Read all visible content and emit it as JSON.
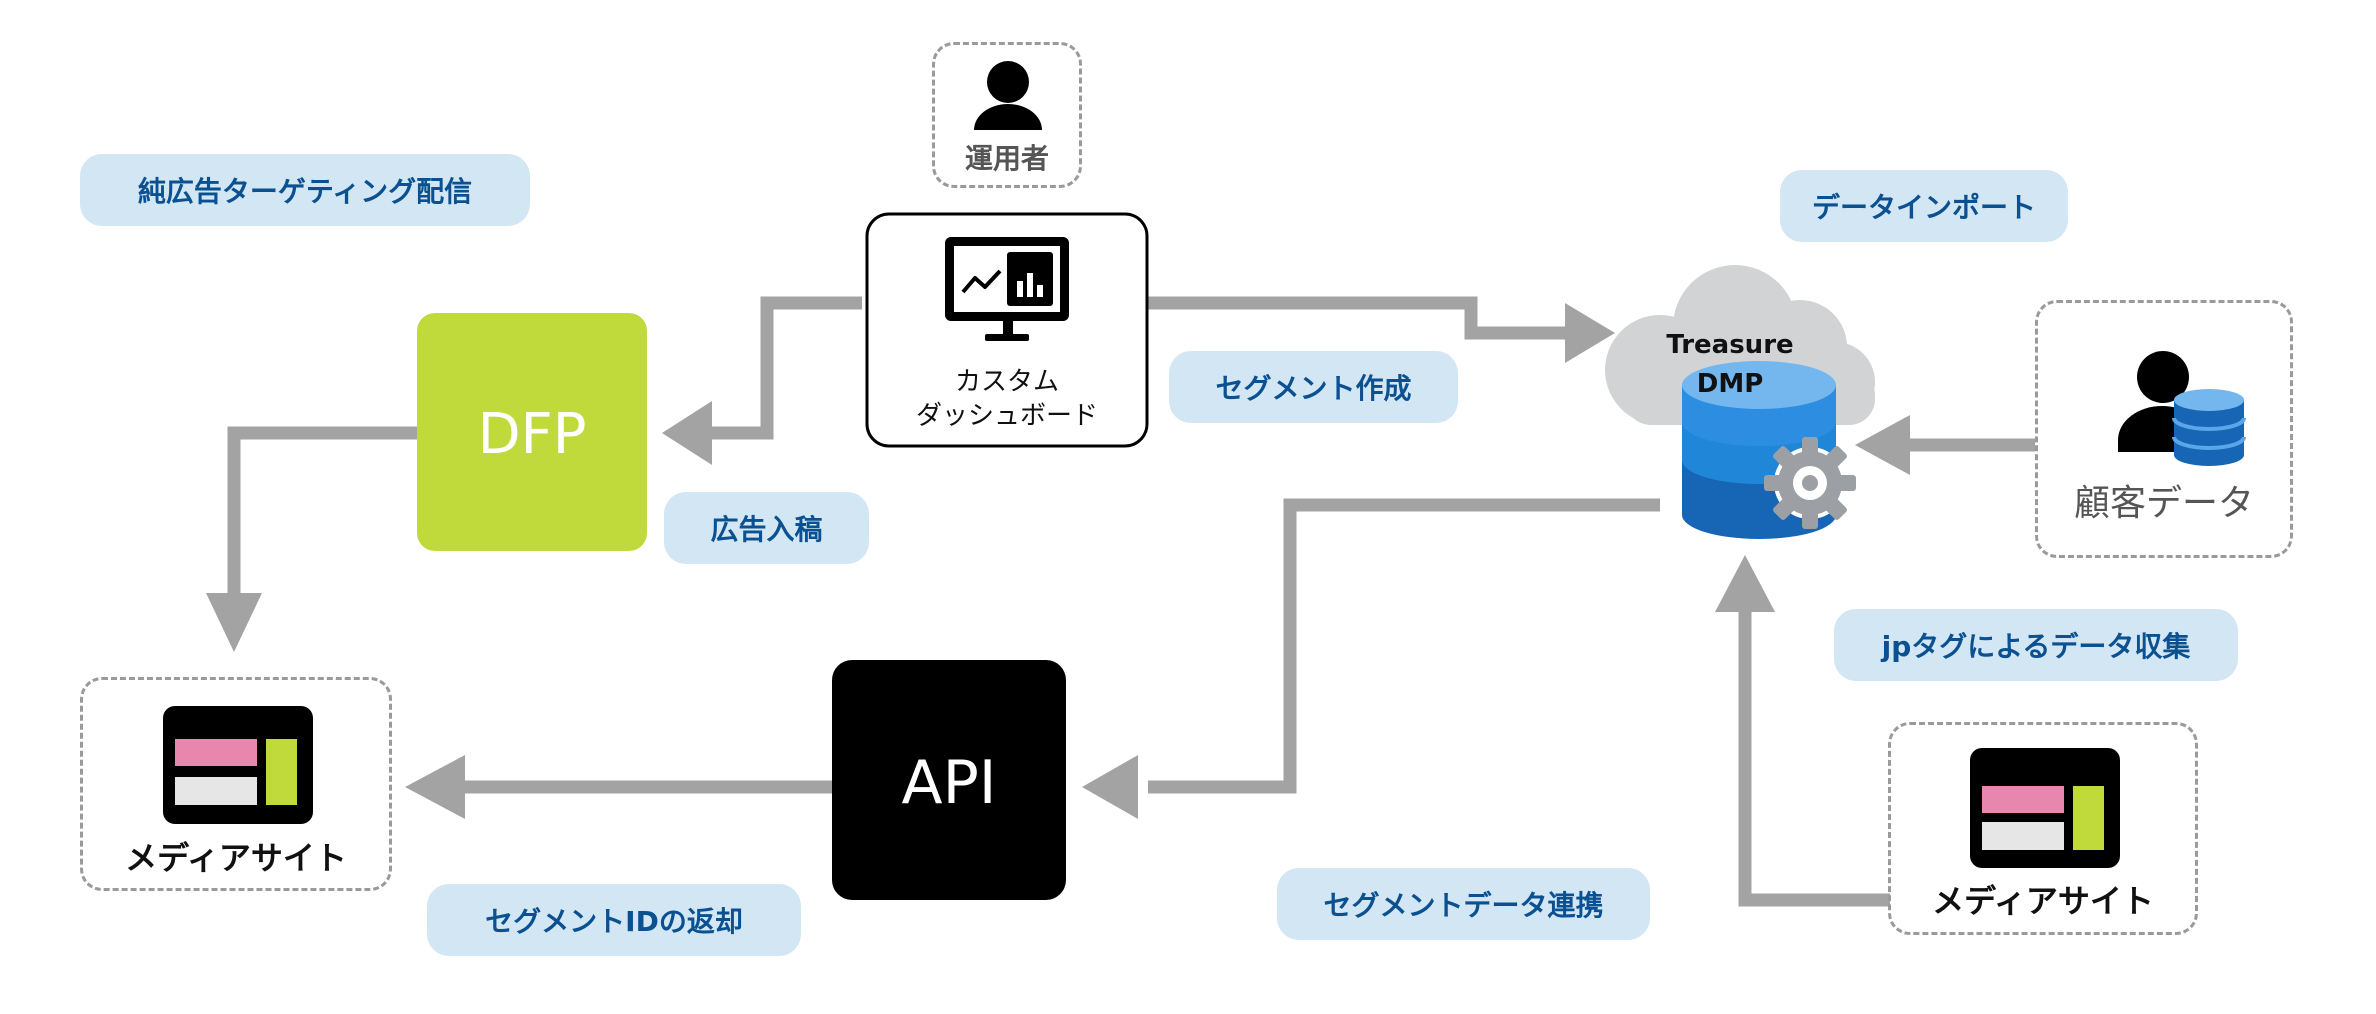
{
  "labels": {
    "operator": "運用者",
    "dashboard_line1": "カスタム",
    "dashboard_line2": "ダッシュボード",
    "dfp": "DFP",
    "api": "API",
    "media_site_left": "メディアサイト",
    "media_site_right": "メディアサイト",
    "treasure_line1": "Treasure",
    "treasure_line2": "DMP",
    "customer_data": "顧客データ"
  },
  "tags": {
    "pure_ad": "純広告ターゲティング配信",
    "data_import": "データインポート",
    "segment_create": "セグメント作成",
    "ad_submit": "広告入稿",
    "jp_tag": "jpタグによるデータ収集",
    "segment_id_return": "セグメントIDの返却",
    "segment_data_link": "セグメントデータ連携"
  },
  "colors": {
    "dfp_green": "#c0da3c",
    "pill_bg": "#d3e6f3",
    "pill_text": "#0b5191",
    "arrow_gray": "#a3a3a3",
    "db_blue": "#1f86d8",
    "media_pink": "#e887ad",
    "media_green": "#c0da3c"
  },
  "icons": {
    "operator": "person-icon",
    "dashboard": "monitor-chart-icon",
    "treasure": "cloud-database-gear-icon",
    "customer": "person-database-icon",
    "media": "web-layout-icon"
  }
}
